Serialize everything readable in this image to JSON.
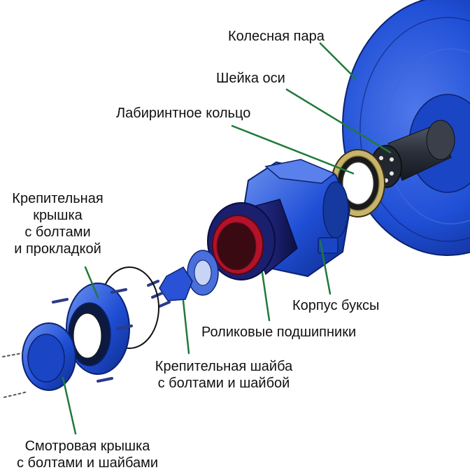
{
  "labels": {
    "wheelset": "Колесная пара",
    "axle_journal": "Шейка оси",
    "labyrinth_ring": "Лабиринтное кольцо",
    "fastening_cover": [
      "Крепительная",
      "крышка",
      "с болтами",
      "и прокладкой"
    ],
    "axlebox_housing": "Корпус буксы",
    "roller_bearings": "Роликовые подшипники",
    "fastening_washer": [
      "Крепительная шайба",
      "с болтами и шайбой"
    ],
    "inspection_cover": [
      "Смотровая крышка",
      "с болтами и шайбами"
    ]
  },
  "colors": {
    "part_blue": "#1f4fd6",
    "part_blue_dark": "#0d2a8a",
    "part_blue_light": "#6f93f0",
    "shaft_dark": "#2a2f3a",
    "bearing_red": "#b3122a",
    "bearing_dark": "#1a1f6e",
    "ring_gold": "#c8b46a",
    "leader_green": "#1f7a3a"
  }
}
